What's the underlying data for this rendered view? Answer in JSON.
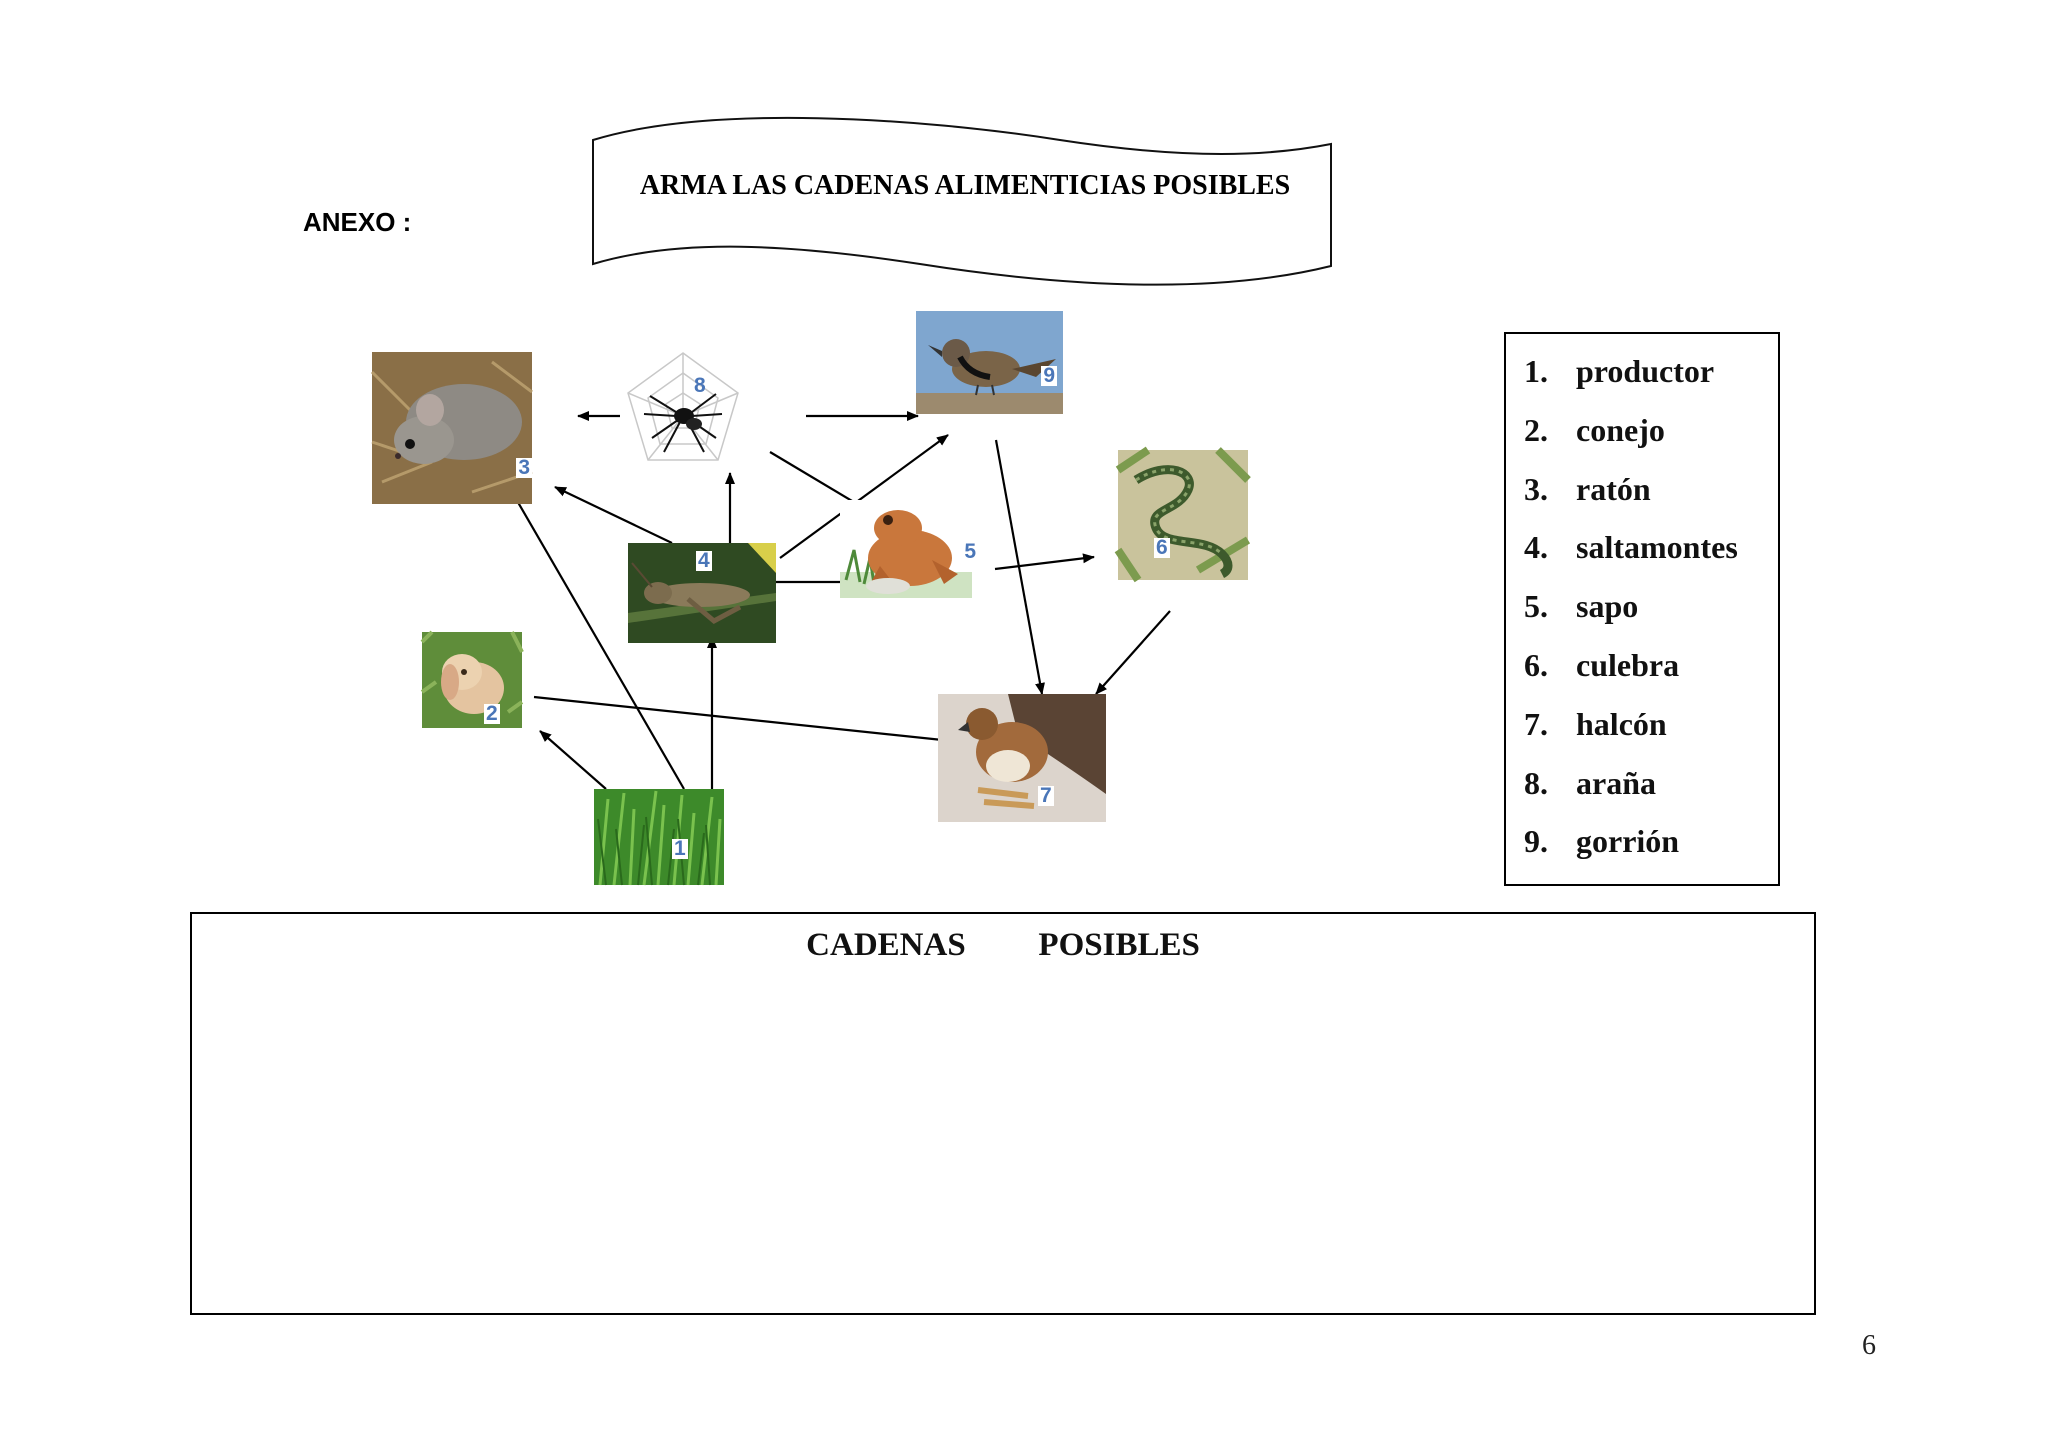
{
  "header": {
    "anexo_label": "ANEXO :",
    "banner_title": "ARMA LAS CADENAS ALIMENTICIAS POSIBLES"
  },
  "food_web": {
    "organisms": [
      {
        "number": "1",
        "image": "grass-photo"
      },
      {
        "number": "2",
        "image": "rabbit-photo"
      },
      {
        "number": "3",
        "image": "mouse-photo"
      },
      {
        "number": "4",
        "image": "grasshopper-photo"
      },
      {
        "number": "5",
        "image": "toad-photo"
      },
      {
        "number": "6",
        "image": "snake-photo"
      },
      {
        "number": "7",
        "image": "hawk-photo"
      },
      {
        "number": "8",
        "image": "spider-photo"
      },
      {
        "number": "9",
        "image": "sparrow-photo"
      }
    ],
    "arrows": [
      {
        "from": "1",
        "to": "2"
      },
      {
        "from": "1",
        "to": "3"
      },
      {
        "from": "1",
        "to": "4"
      },
      {
        "from": "4",
        "to": "3"
      },
      {
        "from": "4",
        "to": "8"
      },
      {
        "from": "4",
        "to": "9"
      },
      {
        "from": "4",
        "to": "5"
      },
      {
        "from": "8",
        "to": "3"
      },
      {
        "from": "8",
        "to": "9"
      },
      {
        "from": "8",
        "to": "5"
      },
      {
        "from": "5",
        "to": "6"
      },
      {
        "from": "9",
        "to": "7"
      },
      {
        "from": "6",
        "to": "7"
      },
      {
        "from": "2",
        "to": "7"
      }
    ]
  },
  "legend": {
    "items": [
      {
        "number": "1.",
        "label": "productor"
      },
      {
        "number": "2.",
        "label": "conejo"
      },
      {
        "number": "3.",
        "label": "ratón"
      },
      {
        "number": "4.",
        "label": "saltamontes"
      },
      {
        "number": "5.",
        "label": "sapo"
      },
      {
        "number": "6.",
        "label": "culebra"
      },
      {
        "number": "7.",
        "label": "halcón"
      },
      {
        "number": "8.",
        "label": "araña"
      },
      {
        "number": "9.",
        "label": "gorrión"
      }
    ]
  },
  "chains_section": {
    "title": "CADENAS   POSIBLES"
  },
  "page_number": "6"
}
